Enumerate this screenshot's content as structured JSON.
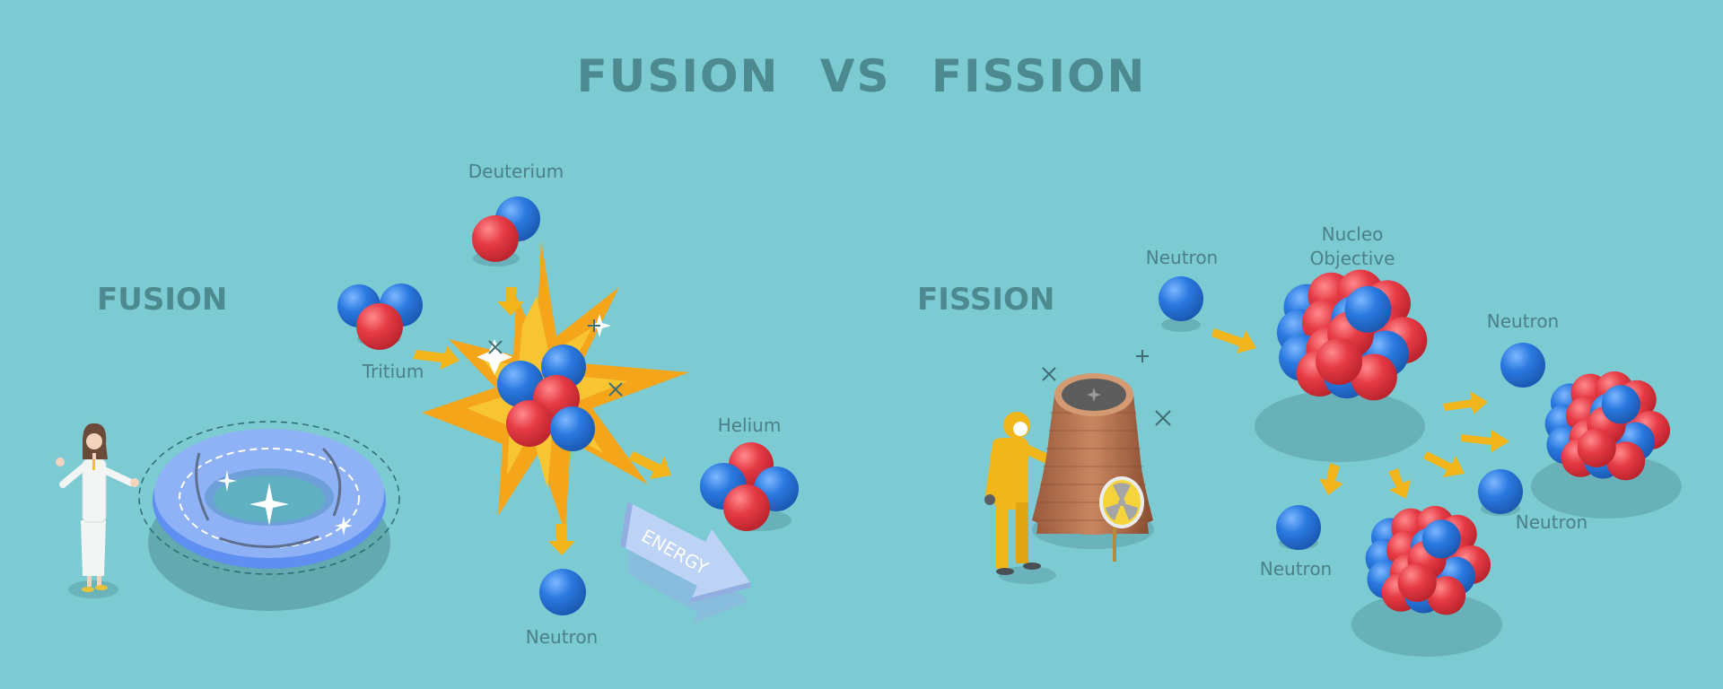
{
  "title": "FUSION VS FISSION",
  "fusion": {
    "heading": "FUSION",
    "labels": {
      "deuterium": "Deuterium",
      "tritium": "Tritium",
      "helium": "Helium",
      "neutron": "Neutron",
      "energy": "ENERGY"
    }
  },
  "fission": {
    "heading": "FISSION",
    "labels": {
      "neutron_in": "Neutron",
      "nucleus_line1": "Nucleo",
      "nucleus_line2": "Objective",
      "neutron_right": "Neutron",
      "neutron_right_low": "Neutron",
      "neutron_bottom": "Neutron"
    }
  },
  "colors": {
    "background": "#7ccbd2",
    "text": "#4c8a8f",
    "proton": "#e43a44",
    "neutron": "#2572d8",
    "arrow": "#f2b51b",
    "explosion": "#f4a51a"
  }
}
